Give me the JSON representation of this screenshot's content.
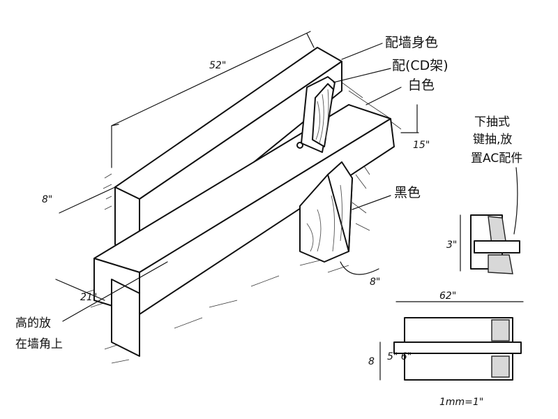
{
  "labels": {
    "top_shelf": "配墙身色",
    "upright": "配(CD架)",
    "board_white": "白色",
    "post_black": "黑色",
    "drawer_note_1": "下抽式",
    "drawer_note_2": "键抽,放",
    "drawer_note_3": "置AC配件",
    "left_note_1": "高的放",
    "left_note_2": "在墙角上"
  },
  "dimensions": {
    "top_length": "52\"",
    "depth_8": "8\"",
    "depth_21": "21\"",
    "height_15": "15\"",
    "post_8": "8\"",
    "front_62": "62\"",
    "side_3": "3\"",
    "front_h": "8",
    "front_h2": "5\"\n6\"",
    "scale": "1mm=1\""
  }
}
